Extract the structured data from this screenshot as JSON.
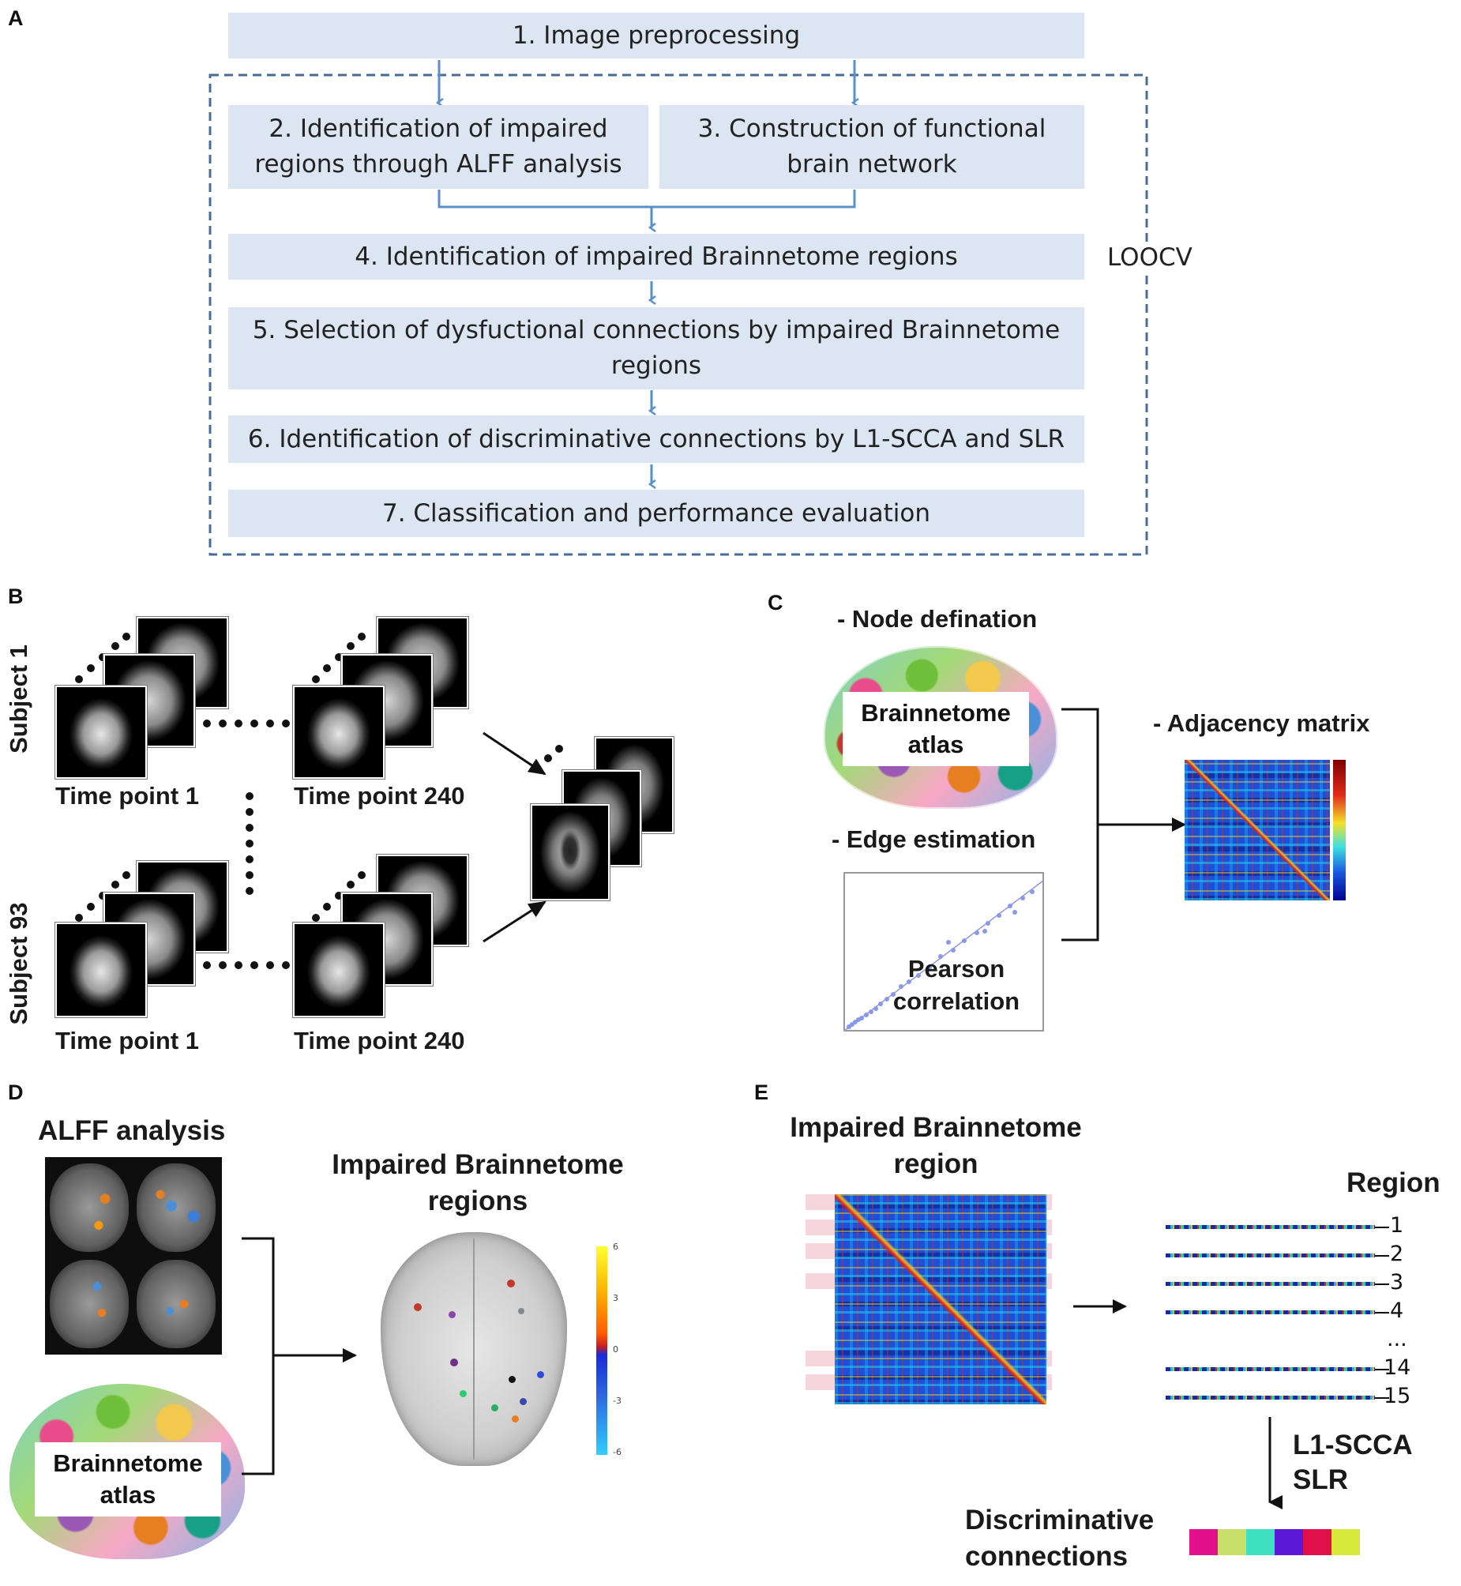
{
  "panel_a": {
    "letter": "A",
    "steps": [
      "1. Image preprocessing",
      "2. Identification of impaired regions through ALFF analysis",
      "3. Construction of functional brain network",
      "4. Identification of impaired Brainnetome regions",
      "5. Selection of dysfuctional connections by impaired Brainnetome regions",
      "6. Identification of discriminative connections by L1-SCCA and SLR",
      "7. Classification and performance evaluation"
    ],
    "loop_label": "LOOCV"
  },
  "panel_b": {
    "letter": "B",
    "subject_first": "Subject 1",
    "subject_last": "Subject 93",
    "time_first": "Time point 1",
    "time_last": "Time point 240"
  },
  "panel_c": {
    "letter": "C",
    "node_heading": "- Node defination",
    "atlas_label": "Brainnetome atlas",
    "edge_heading": "- Edge estimation",
    "pearson_label": "Pearson correlation",
    "matrix_heading": "- Adjacency matrix"
  },
  "panel_d": {
    "letter": "D",
    "alff_heading": "ALFF analysis",
    "regions_heading": "Impaired Brainnetome regions",
    "atlas_label": "Brainnetome atlas",
    "colorbar_ticks": [
      "6",
      "3",
      "0",
      "-3",
      "-6"
    ]
  },
  "panel_e": {
    "letter": "E",
    "impaired_heading": "Impaired Brainnetome region",
    "region_heading": "Region",
    "region_indices": [
      "1",
      "2",
      "3",
      "4",
      "...",
      "14",
      "15"
    ],
    "method_line1": "L1-SCCA",
    "method_line2": "SLR",
    "discriminative_label": "Discriminative connections",
    "swatch_colors": [
      "#e0118a",
      "#c8e06a",
      "#3fe0c0",
      "#5a1ad8",
      "#e0104a",
      "#d8e83a"
    ]
  }
}
